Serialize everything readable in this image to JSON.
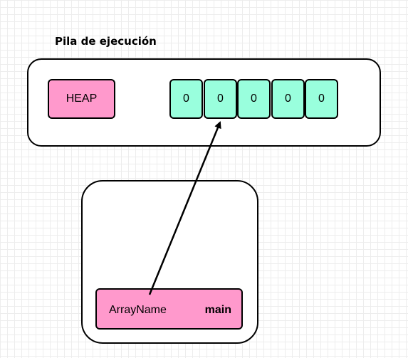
{
  "title": "Pila de ejecución",
  "heap": {
    "label": "HEAP"
  },
  "array": {
    "values": [
      "0",
      "0",
      "0",
      "0",
      "0"
    ]
  },
  "stack_frame": {
    "variable": "ArrayName",
    "function": "main"
  },
  "colors": {
    "pink": "#ff99cc",
    "mint": "#99ffdd"
  }
}
